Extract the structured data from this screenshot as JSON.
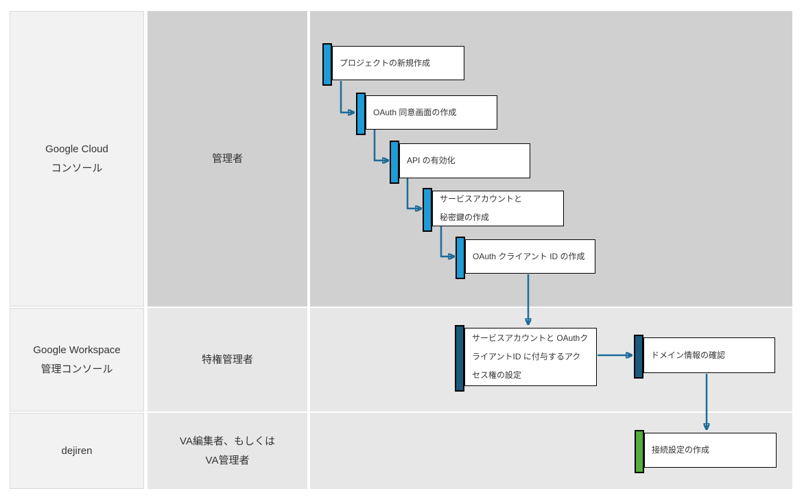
{
  "diagram": {
    "title": "dejiren Google Workspace connection setup swimlane flow",
    "lanes": [
      {
        "system": "Google Cloud\nコンソール",
        "actor": "管理者"
      },
      {
        "system": "Google Workspace\n管理コンソール",
        "actor": "特権管理者"
      },
      {
        "system": "dejiren",
        "actor": "VA編集者、もしくは\nVA管理者"
      }
    ],
    "nodes": [
      {
        "label": "プロジェクトの新規作成",
        "tab_color": "#1f9bd5"
      },
      {
        "label": "OAuth 同意画面の作成",
        "tab_color": "#1f9bd5"
      },
      {
        "label": "API の有効化",
        "tab_color": "#1f9bd5"
      },
      {
        "label": "サービスアカウントと\n秘密鍵の作成",
        "tab_color": "#1f9bd5"
      },
      {
        "label": "OAuth クライアント ID の作成",
        "tab_color": "#1f9bd5"
      },
      {
        "label": "サービスアカウントと OAuthク\nライアントID に付与するアク\nセス権の設定",
        "tab_color": "#1c5a7d"
      },
      {
        "label": "ドメイン情報の確認",
        "tab_color": "#1c5a7d"
      },
      {
        "label": "接続設定の作成",
        "tab_color": "#56ac3f"
      }
    ],
    "colors": {
      "lane_row1_bg": "#d0d0d0",
      "lane_row23_bg": "#e7e7e7",
      "header_col_bg": "#f2f2f2",
      "node_border": "#000000",
      "connector": "#1c6b99",
      "accent_blue": "#1f9bd5",
      "accent_navy": "#1c5a7d",
      "accent_green": "#56ac3f"
    }
  }
}
